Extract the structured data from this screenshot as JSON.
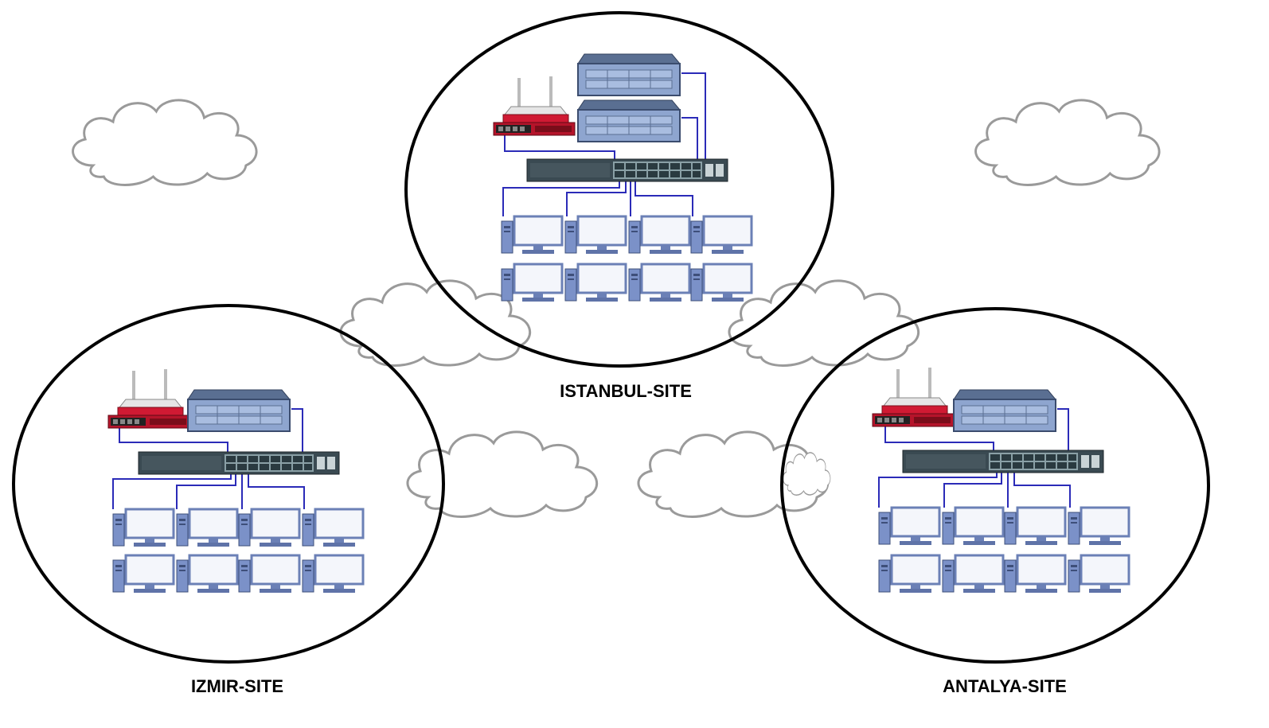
{
  "sites": [
    {
      "id": "istanbul",
      "label": "ISTANBUL-SITE",
      "servers": 2,
      "pcs": 8,
      "has_router": true
    },
    {
      "id": "izmir",
      "label": "IZMIR-SITE",
      "servers": 1,
      "pcs": 8,
      "has_router": true
    },
    {
      "id": "antalya",
      "label": "ANTALYA-SITE",
      "servers": 1,
      "pcs": 8,
      "has_router": true
    }
  ],
  "clouds": 7,
  "colors": {
    "background": "#ffffff",
    "boundary": "#000000",
    "cable": "#2b2bb8",
    "router": "#c0152a",
    "server": "#8ea5cf",
    "switch": "#3a4a52",
    "pc": "#7b91c8",
    "cloud_outline": "#9a9a9a"
  }
}
